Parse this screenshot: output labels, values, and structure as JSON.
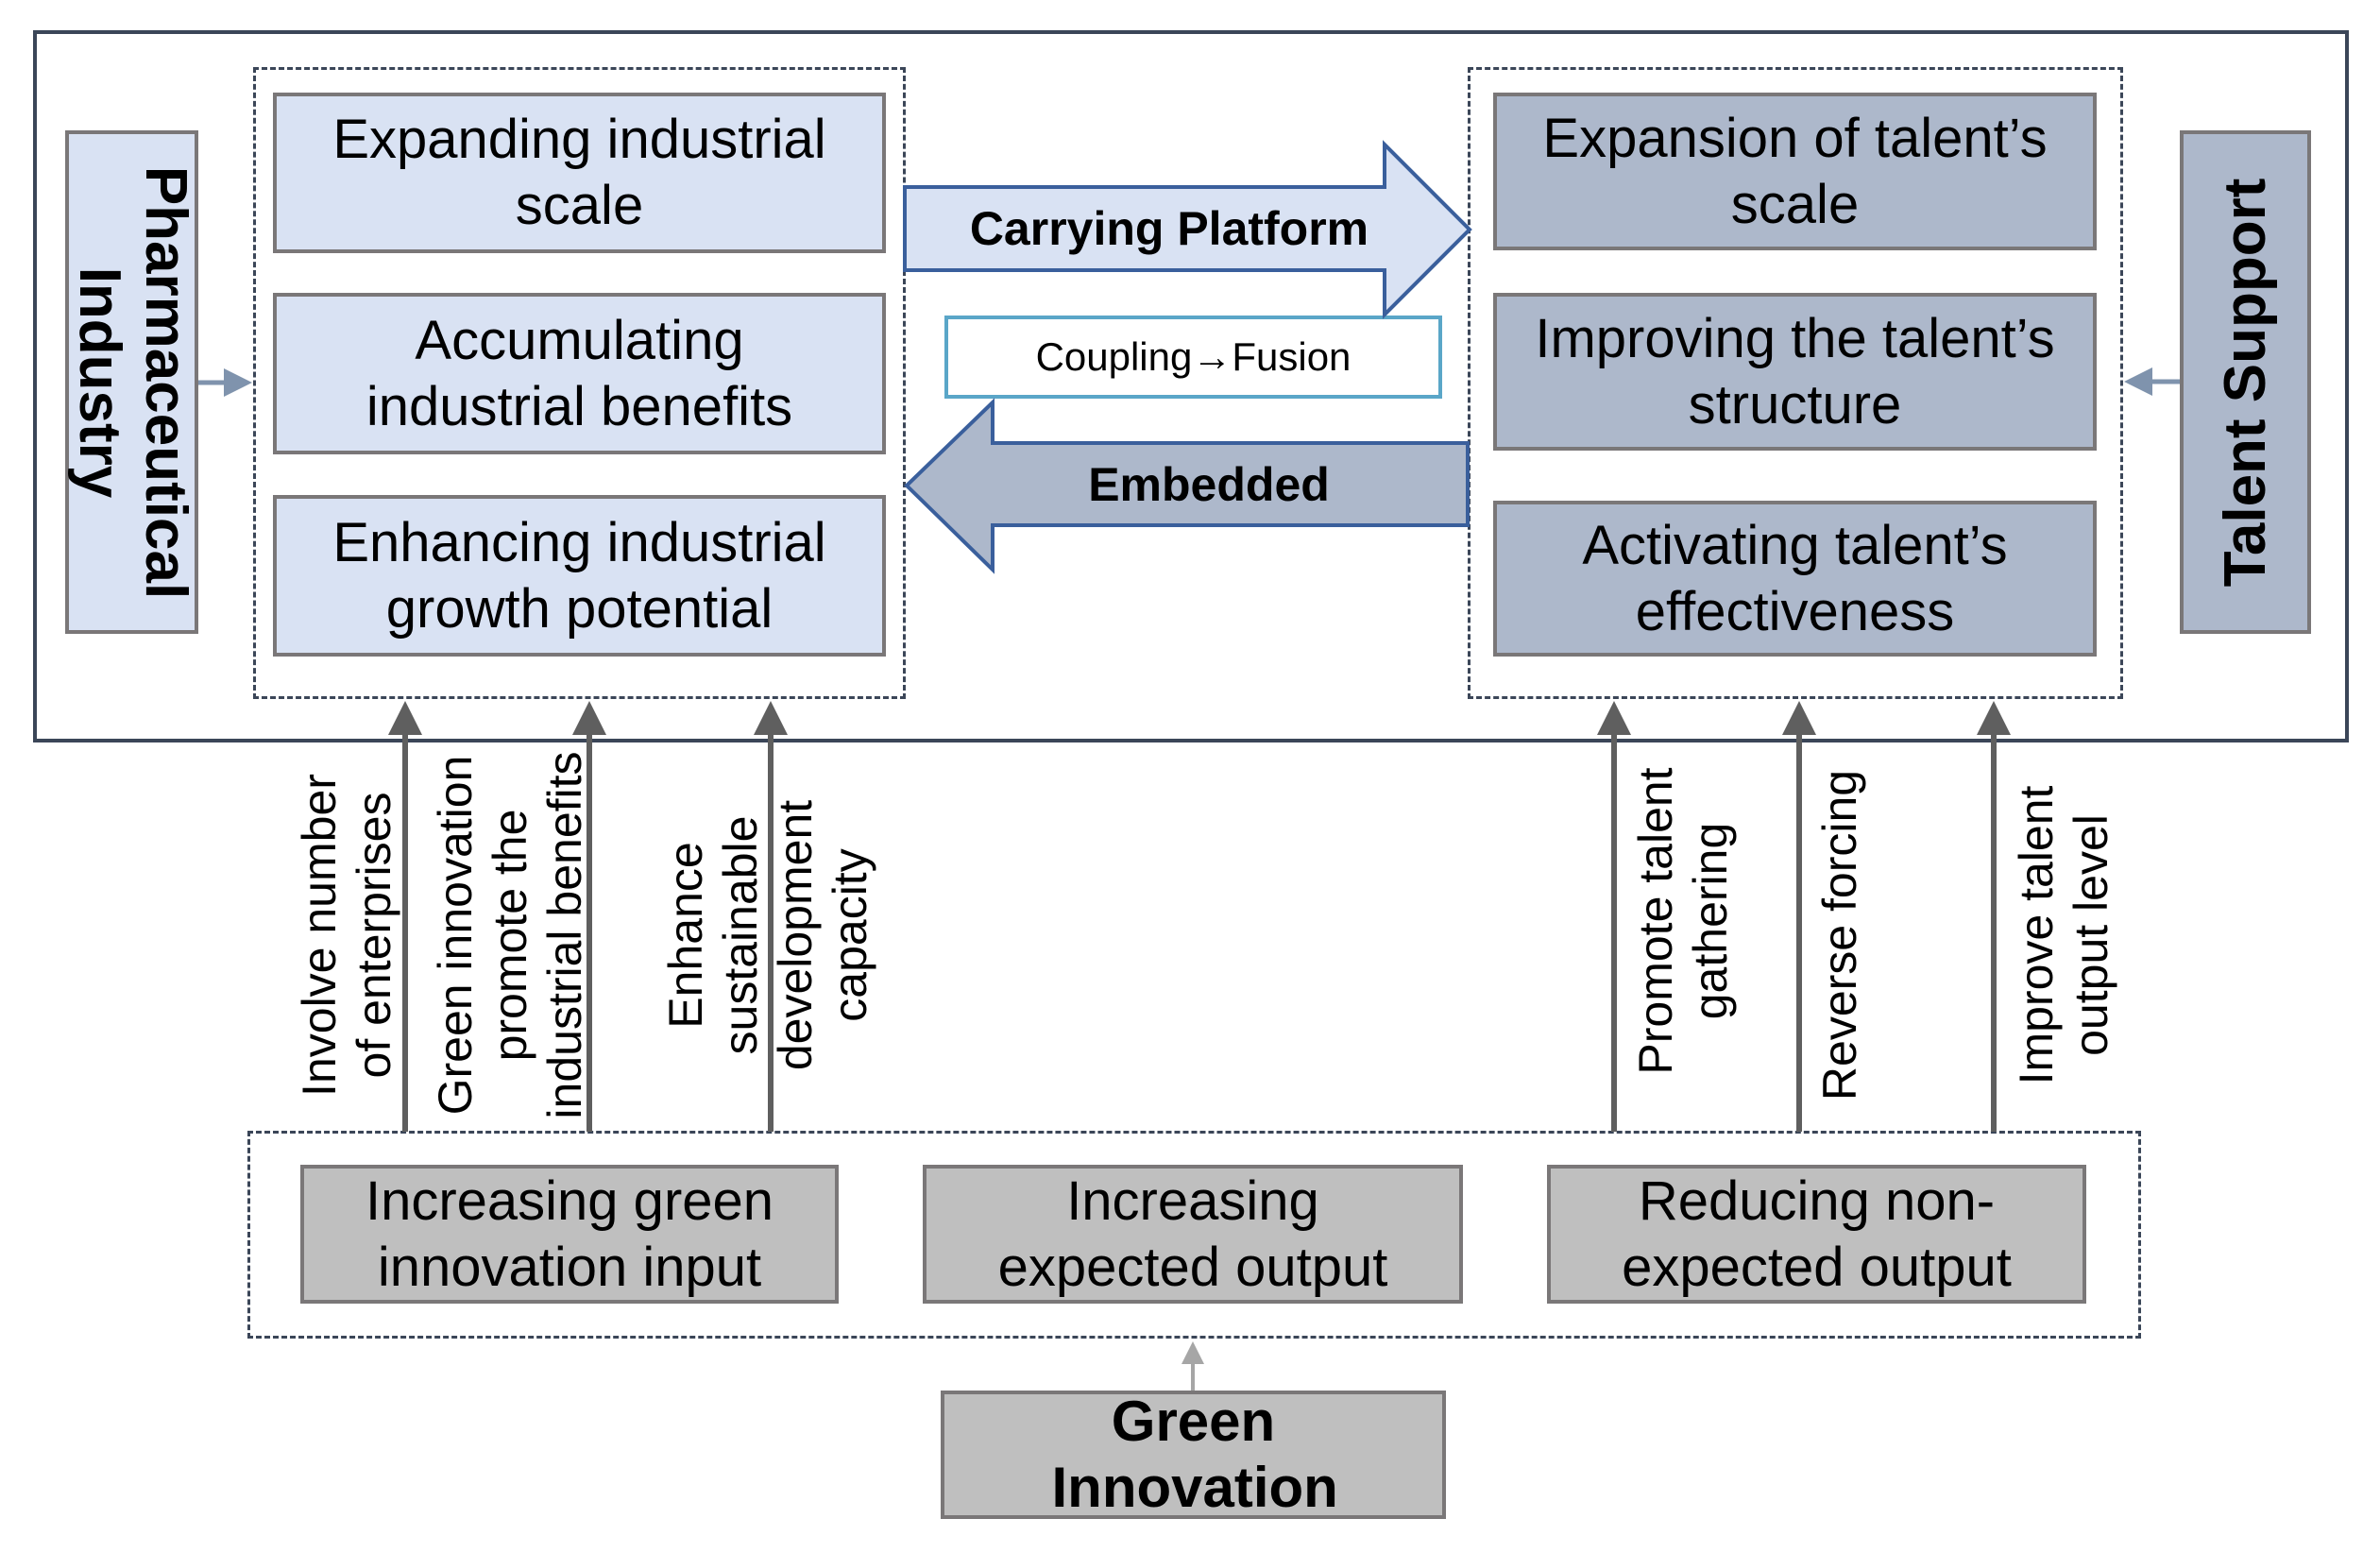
{
  "left_panel": {
    "source_label": "Pharmaceutical Industry",
    "items": [
      {
        "label": "Expanding industrial scale"
      },
      {
        "label": "Accumulating industrial benefits"
      },
      {
        "label": "Enhancing industrial growth potential"
      }
    ]
  },
  "right_panel": {
    "source_label": "Talent Support",
    "items": [
      {
        "label": "Expansion of talent’s scale"
      },
      {
        "label": "Improving the talent’s structure"
      },
      {
        "label": "Activating talent’s effectiveness"
      }
    ]
  },
  "center": {
    "carrying_label": "Carrying Platform",
    "coupling_label": "Coupling→Fusion",
    "embedded_label": "Embedded"
  },
  "connectors": {
    "left": [
      {
        "label": "Involve number of enterprises"
      },
      {
        "label": "Green innovation promote the industrial benefits"
      },
      {
        "label": "Enhance sustainable development capacity"
      }
    ],
    "right": [
      {
        "label": "Promote talent gathering"
      },
      {
        "label": "Reverse forcing"
      },
      {
        "label": "Improve talent output level"
      }
    ]
  },
  "bottom_panel": {
    "items": [
      {
        "label": "Increasing green innovation input"
      },
      {
        "label": "Increasing expected output"
      },
      {
        "label": "Reducing non-expected output"
      }
    ],
    "source_label": "Green Innovation"
  },
  "colors": {
    "industry_fill": "#d9e2f3",
    "talent_fill": "#adb8cb",
    "innovation_fill": "#bfbfbf",
    "frame": "#3b4658",
    "arrow_blue_stroke": "#3a5f9c",
    "coupling_border": "#5aa6c8"
  }
}
